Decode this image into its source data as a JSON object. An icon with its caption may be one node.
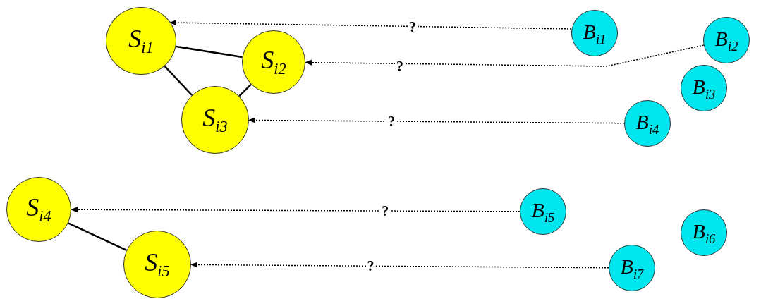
{
  "diagram": {
    "nodes": [
      {
        "text": [
          "S$_{i1}$"
        ]
      },
      {
        "text": [
          "S$_{i2}$"
        ]
      },
      {
        "text": [
          "S$_{i3}$"
        ]
      },
      {
        "text": [
          "S$_{i4}$"
        ]
      },
      {
        "text": [
          "S$_{i5}$"
        ]
      },
      {
        "text": [
          "B$_{i1}$"
        ]
      },
      {
        "text": [
          "B$_{i2}$"
        ]
      },
      {
        "text": [
          "B$_{i3}$"
        ]
      },
      {
        "text": [
          "B$_{i4}$"
        ]
      },
      {
        "text": [
          "B$_{i5}$"
        ]
      },
      {
        "text": [
          "B$_{i6}$"
        ]
      },
      {
        "text": [
          "B$_{i7}$"
        ]
      }
    ],
    "edges": [
      {
        "from": 0,
        "to": 1,
        "arrow": "none"
      },
      {
        "from": 0,
        "to": 2,
        "arrow": "none"
      },
      {
        "from": 1,
        "to": 2,
        "arrow": "none"
      },
      {
        "from": 3,
        "to": 4,
        "arrow": "none"
      },
      {
        "from": 5,
        "to": 0,
        "arrow": "to",
        "label": "?",
        "style": "dashed"
      },
      {
        "from": 6,
        "to": 1,
        "arrow": "to",
        "label": "?",
        "style": "dashed"
      },
      {
        "from": 8,
        "to": 2,
        "arrow": "to",
        "label": "?",
        "style": "dashed"
      },
      {
        "from": 9,
        "to": 3,
        "arrow": "to",
        "label": "?",
        "style": "dashed"
      },
      {
        "from": 11,
        "to": 4,
        "arrow": "to",
        "label": "?",
        "style": "dashed"
      }
    ]
  }
}
